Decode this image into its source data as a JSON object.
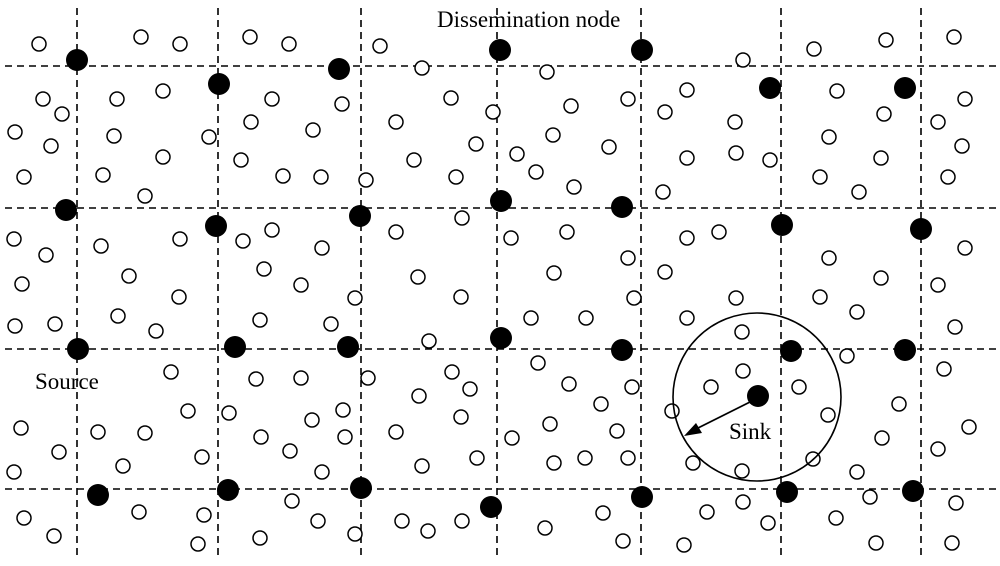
{
  "labels": {
    "dissemination": "Dissemination node",
    "source": "Source",
    "sink": "Sink"
  },
  "colors": {
    "ink": "#000000",
    "background": "#ffffff"
  }
}
